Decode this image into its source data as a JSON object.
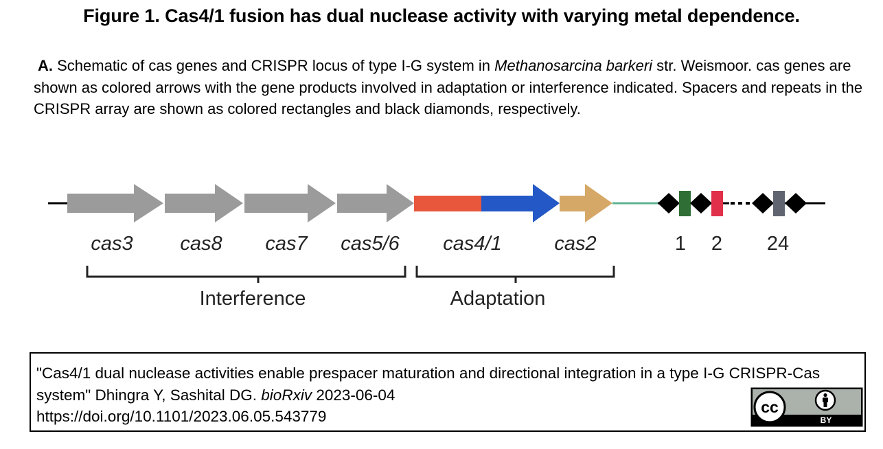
{
  "title": "Figure 1. Cas4/1 fusion has dual nuclease activity with varying metal dependence.",
  "caption": {
    "panel": "A.",
    "text_before_species": " Schematic of cas genes and CRISPR locus of type I-G system in ",
    "species": "Methanosarcina barkeri",
    "text_after_species": " str. Weismoor. cas genes are shown as colored arrows with the gene products involved in adaptation or interference indicated. Spacers and repeats in the CRISPR array are shown as colored rectangles and black diamonds, respectively."
  },
  "diagram": {
    "genes": [
      {
        "label": "cas3",
        "color": "#9b9b9b"
      },
      {
        "label": "cas8",
        "color": "#9b9b9b"
      },
      {
        "label": "cas7",
        "color": "#9b9b9b"
      },
      {
        "label": "cas5/6",
        "color": "#9b9b9b"
      },
      {
        "label": "cas4/1",
        "color_left": "#e8573c",
        "color_right": "#2358c6"
      },
      {
        "label": "cas2",
        "color": "#d6a867"
      }
    ],
    "linker_color": "#5fb392",
    "spacers": [
      {
        "label": "1",
        "color": "#2f6e35"
      },
      {
        "label": "2",
        "color": "#e0304a"
      },
      {
        "label": "24",
        "color": "#5f6470"
      }
    ],
    "groups": [
      {
        "label": "Interference"
      },
      {
        "label": "Adaptation"
      }
    ]
  },
  "citation": {
    "line1": "\"Cas4/1 dual nuclease activities enable prespacer maturation and directional integration in a type I-G CRISPR-Cas system\" Dhingra Y, Sashital DG. ",
    "journal": "bioRxiv",
    "date": " 2023-06-04",
    "doi": "https://doi.org/10.1101/2023.06.05.543779"
  },
  "license": {
    "cc_text": "cc",
    "by_text": "BY",
    "icon": "cc-by-license-icon"
  }
}
